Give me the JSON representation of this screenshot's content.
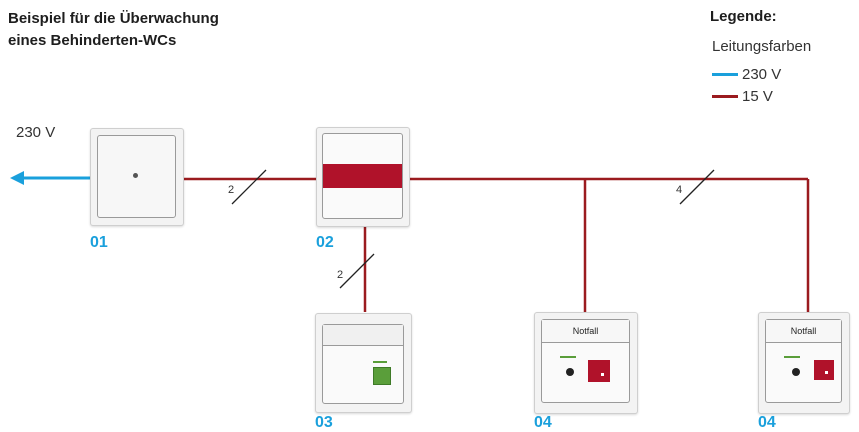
{
  "title_line1": "Beispiel für die Überwachung",
  "title_line2": "eines Behinderten-WCs",
  "legend": {
    "title": "Legende:",
    "subtitle": "Leitungsfarben",
    "items": [
      {
        "label": "230 V",
        "color": "#1aa0dc"
      },
      {
        "label": "15 V",
        "color": "#9b1b1f"
      }
    ]
  },
  "input_voltage": "230 V",
  "wire_counts": {
    "w1": "2",
    "w2": "2",
    "w3": "4"
  },
  "devices": {
    "d01": {
      "label": "01"
    },
    "d02": {
      "label": "02"
    },
    "d03": {
      "label": "03"
    },
    "d04a": {
      "label": "04",
      "text": "Notfall"
    },
    "d04b": {
      "label": "04",
      "text": "Notfall"
    }
  },
  "colors": {
    "accent": "#1aa0dc",
    "wire": "#9b1b1f",
    "red_panel": "#b0122a",
    "green": "#5a9e3a"
  }
}
